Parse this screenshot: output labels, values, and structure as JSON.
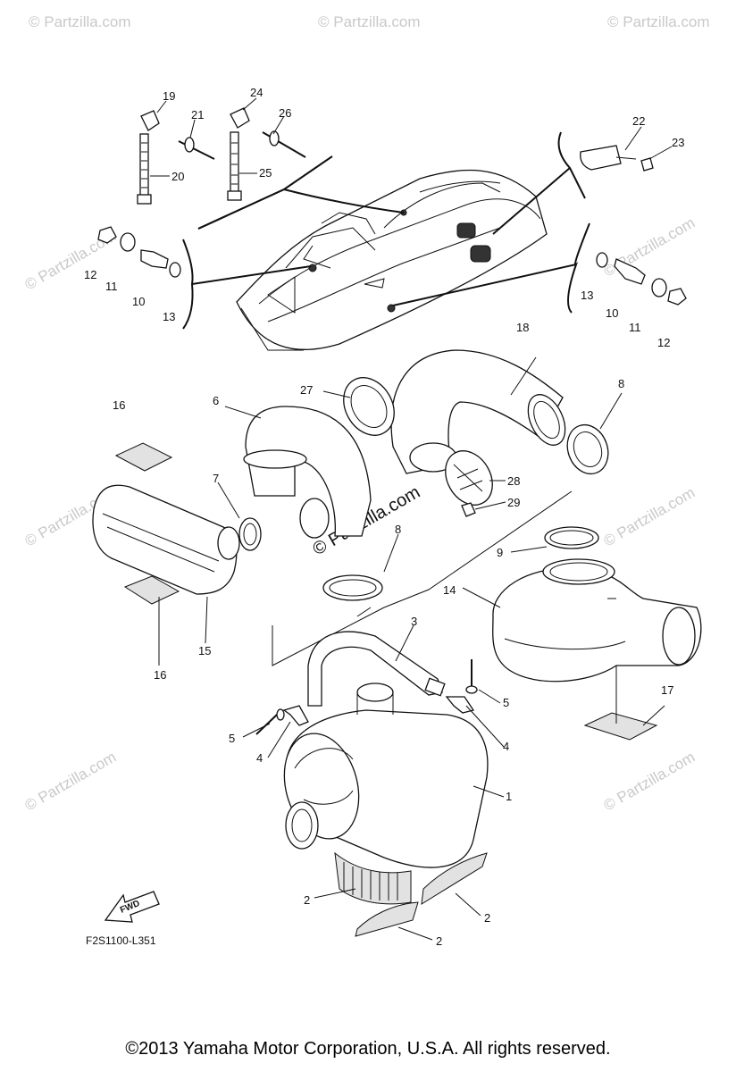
{
  "diagram_code": "F2S1100-L351",
  "copyright": "©2013  Yamaha Motor Corporation, U.S.A. All rights reserved.",
  "fwd_label": "FWD",
  "watermarks": {
    "corner": "© Partzilla.com",
    "center": "© Partzilla.com"
  },
  "callouts": {
    "c19": "19",
    "c21": "21",
    "c20": "20",
    "c24": "24",
    "c26": "26",
    "c25": "25",
    "c22": "22",
    "c23": "23",
    "c12a": "12",
    "c11a": "11",
    "c10a": "10",
    "c13a": "13",
    "c13b": "13",
    "c10b": "10",
    "c11b": "11",
    "c12b": "12",
    "c18": "18",
    "c27": "27",
    "c6": "6",
    "c8a": "8",
    "c16a": "16",
    "c7": "7",
    "c28": "28",
    "c29": "29",
    "c8b": "8",
    "c9": "9",
    "c14": "14",
    "c15": "15",
    "c16b": "16",
    "c3": "3",
    "c5a": "5",
    "c5b": "5",
    "c17": "17",
    "c4a": "4",
    "c4b": "4",
    "c1": "1",
    "c2a": "2",
    "c2b": "2",
    "c2c": "2"
  },
  "colors": {
    "line": "#111111",
    "watermark": "#c9c9c9",
    "background": "#ffffff"
  }
}
